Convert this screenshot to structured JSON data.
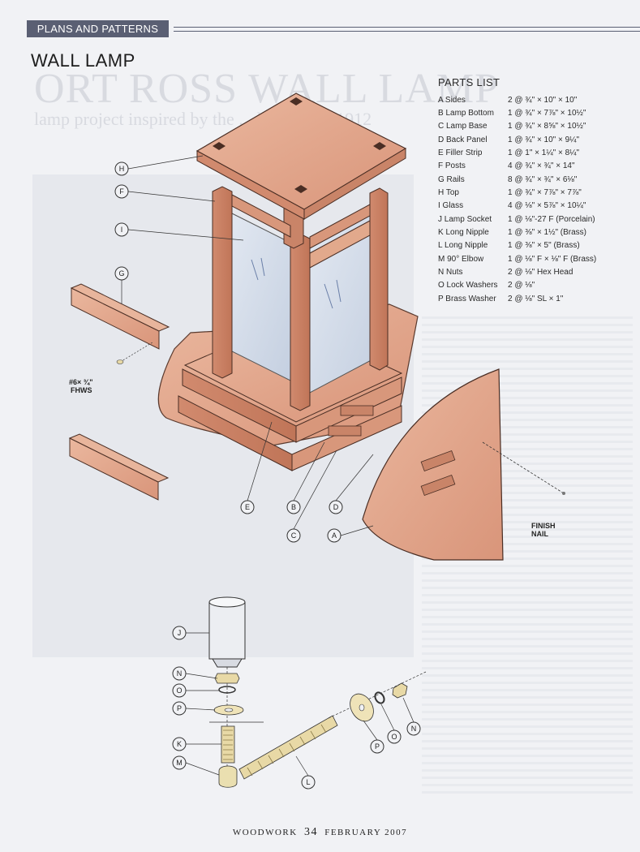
{
  "header": {
    "section": "PLANS AND PATTERNS",
    "title": "WALL LAMP"
  },
  "bleed": {
    "title": "ORT ROSS WALL LAMP",
    "subtitle": "lamp project inspired by the ... lamp from 1912"
  },
  "parts_list": {
    "title": "PARTS LIST",
    "items": [
      {
        "name": "A  Sides",
        "spec": "2 @ ¾\" × 10\" × 10\""
      },
      {
        "name": "B  Lamp Bottom",
        "spec": "1 @ ¾\" × 7⅞\" × 10½\""
      },
      {
        "name": "C  Lamp Base",
        "spec": "1 @ ¾\" × 8⅝\" × 10½\""
      },
      {
        "name": "D  Back Panel",
        "spec": "1 @ ¾\" × 10\" × 9¼\""
      },
      {
        "name": "E  Filler Strip",
        "spec": "1 @ 1\" × 1¼\" × 8¼\""
      },
      {
        "name": "F  Posts",
        "spec": "4 @ ¾\" × ¾\" × 14\""
      },
      {
        "name": "G  Rails",
        "spec": "8 @ ¾\" × ¾\" × 6⅛\""
      },
      {
        "name": "H  Top",
        "spec": "1 @ ¾\" × 7⅞\" × 7⅞\""
      },
      {
        "name": "I  Glass",
        "spec": "4 @ ⅛\" × 5⅞\" × 10¼\""
      },
      {
        "name": "J  Lamp Socket",
        "spec": "1 @ ⅛\"-27 F (Porcelain)"
      },
      {
        "name": "K  Long Nipple",
        "spec": "1 @ ⅜\" × 1½\" (Brass)"
      },
      {
        "name": "L  Long Nipple",
        "spec": "1 @ ⅜\" × 5\" (Brass)"
      },
      {
        "name": "M  90° Elbow",
        "spec": "1 @ ⅛\" F × ⅛\" F (Brass)"
      },
      {
        "name": "N  Nuts",
        "spec": "2 @ ⅛\" Hex Head"
      },
      {
        "name": "O  Lock Washers",
        "spec": "2 @ ⅛\""
      },
      {
        "name": "P  Brass Washer",
        "spec": "2 @ ⅛\" SL × 1\""
      }
    ]
  },
  "diagram": {
    "labels": {
      "H": "H",
      "F": "F",
      "I": "I",
      "G": "G",
      "E": "E",
      "B": "B",
      "C": "C",
      "D": "D",
      "A": "A",
      "J": "J",
      "N": "N",
      "O": "O",
      "P": "P",
      "K": "K",
      "M": "M",
      "L": "L",
      "P2": "P",
      "O2": "O",
      "N2": "N"
    },
    "screw_note_1": "#6× ¾\"",
    "screw_note_2": "FHWS",
    "nail_note_1": "FINISH",
    "nail_note_2": "NAIL"
  },
  "colors": {
    "wood": "#e3a98e",
    "wood_dark": "#c98468",
    "glass": "#cfd8e6",
    "brass": "#e8d9a6",
    "header": "#5a5f73"
  },
  "footer": {
    "magazine": "WOODWORK",
    "page": "34",
    "issue": "FEBRUARY 2007"
  }
}
